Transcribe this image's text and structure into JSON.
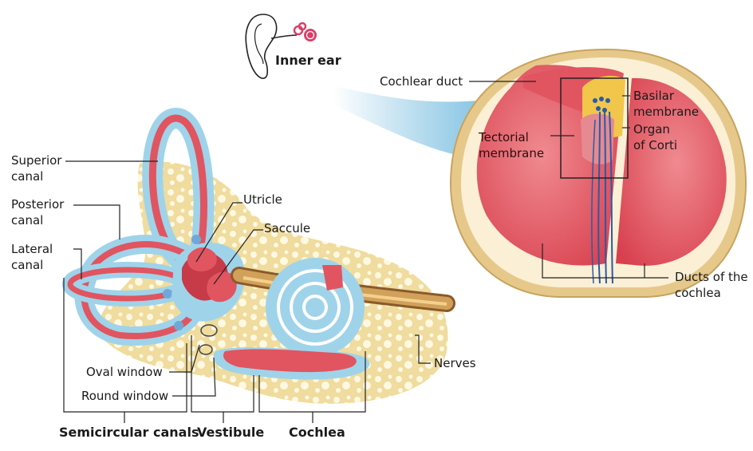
{
  "diagram": {
    "inset_label": "Inner ear",
    "labels": {
      "superior_canal": "Superior canal",
      "posterior_canal": "Posterior canal",
      "lateral_canal": "Lateral canal",
      "utricle": "Utricle",
      "saccule": "Saccule",
      "oval_window": "Oval window",
      "round_window": "Round window",
      "nerves": "Nerves",
      "cochlear_duct": "Cochlear duct",
      "tectorial_membrane": "Tectorial membrane",
      "basilar_membrane": "Basilar membrane",
      "organ_of_corti": "Organ of Corti",
      "ducts_of_cochlea": "Ducts of the cochlea"
    },
    "group_labels": {
      "semicircular_canals": "Semicircular canals",
      "vestibule": "Vestibule",
      "cochlea": "Cochlea"
    },
    "colors": {
      "bone": "#e8cf8a",
      "bone_dark": "#d2b36a",
      "membrane_red": "#e05560",
      "membrane_pink": "#f2a3a8",
      "fluid_blue": "#9fd3ea",
      "nerve_blue": "#2a5aa8",
      "line": "#222222"
    }
  }
}
